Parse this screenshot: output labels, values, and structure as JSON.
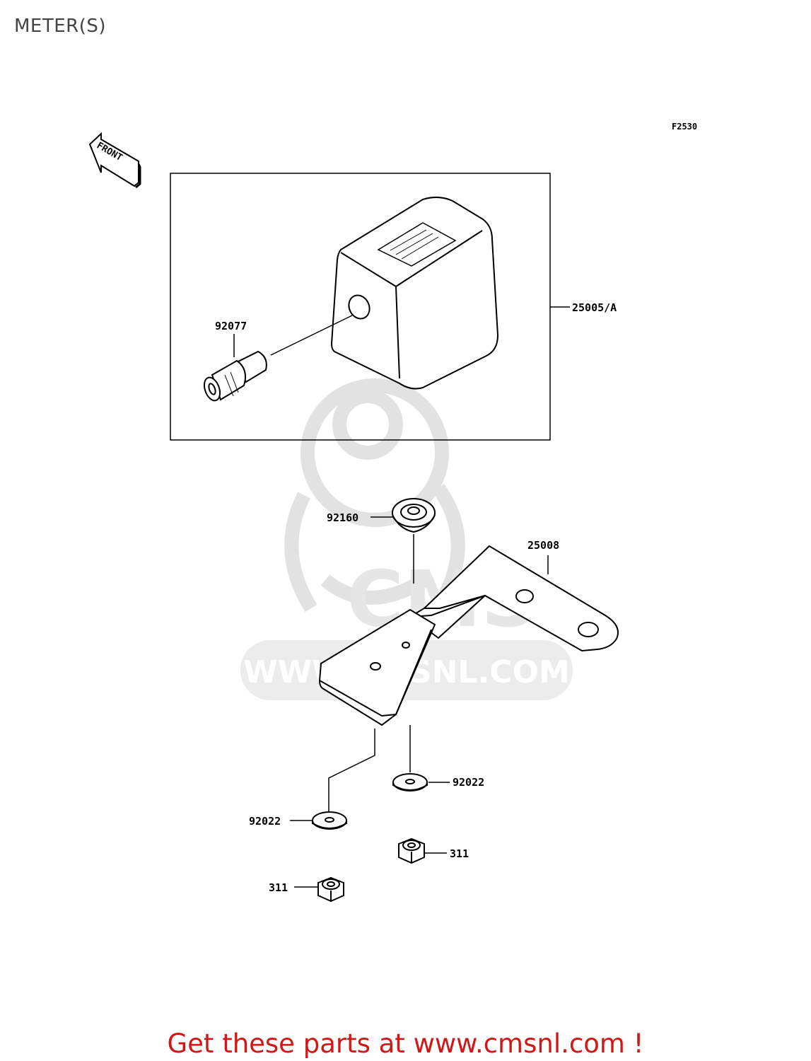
{
  "page": {
    "title": "METER(S)"
  },
  "diagram": {
    "figure_code": "F2530",
    "front_label": "FRONT",
    "watermark_text": "WWW.CMSNL.COM",
    "watermark_logo": "CMS",
    "parts": [
      {
        "number": "25005/A"
      },
      {
        "number": "92077"
      },
      {
        "number": "92160"
      },
      {
        "number": "25008"
      },
      {
        "number": "92022"
      },
      {
        "number": "92022"
      },
      {
        "number": "311"
      },
      {
        "number": "311"
      }
    ]
  },
  "footer": {
    "cta": "Get these parts at www.cmsnl.com !"
  },
  "colors": {
    "cta": "#d01818",
    "watermark": "#e4e4e4",
    "line": "#000000"
  }
}
